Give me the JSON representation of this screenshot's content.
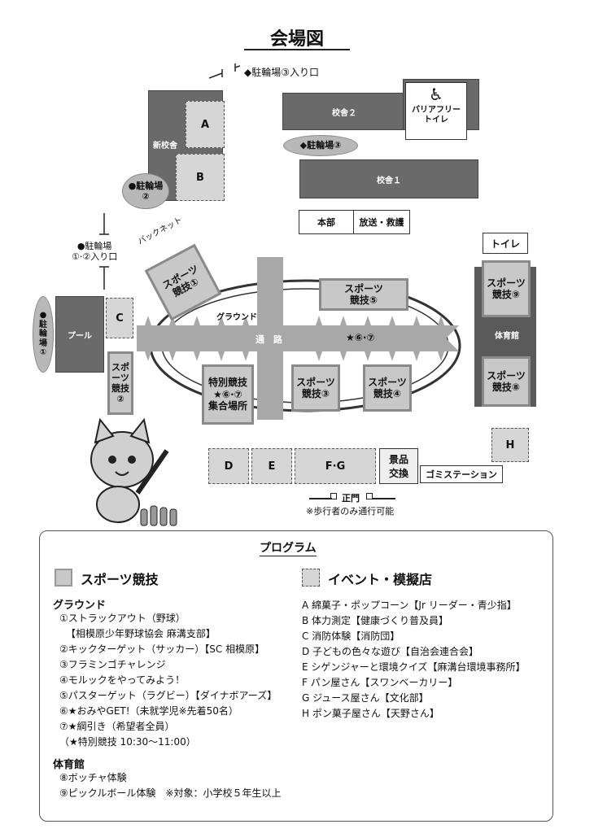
{
  "title": "会場図",
  "map": {
    "bike3_entrance": "◆駐輪場③入り口",
    "school2": "校舎２",
    "barrier_free": "バリアフリー\nトイレ",
    "bike3": "◆駐輪場③",
    "school1": "校舎１",
    "new_school": "新校舎",
    "booth_a": "A",
    "booth_b": "B",
    "bike2": "●駐輪場\n②",
    "honbu": "本部",
    "broadcast": "放送・救護",
    "bike12_entrance": "●駐輪場\n①·②入り口",
    "backnet": "バックネット",
    "toilet": "トイレ",
    "bike1": "●\n駐\n輪\n場\n①",
    "pool": "プール",
    "booth_c": "C",
    "ground_label": "グラウンド",
    "path_label": "通　路",
    "star_67": "★⑥·⑦",
    "gym": "体育館",
    "sport1": "スポーツ\n競技①",
    "sport2": "スポーツ\n競技②",
    "sport3": "スポーツ\n競技③",
    "sport4": "スポーツ\n競技④",
    "sport5": "スポーツ\n競技⑤",
    "sport8": "スポーツ\n競技⑧",
    "sport9": "スポーツ\n競技⑨",
    "special": "特別競技\n★⑥·⑦\n集合場所",
    "booth_d": "D",
    "booth_e": "E",
    "booth_fg": "F·G",
    "booth_h": "H",
    "prize": "景品\n交換",
    "garbage": "ゴミステーション",
    "main_gate": "正門",
    "pedestrian_note": "※歩行者のみ通行可能"
  },
  "program": {
    "heading": "プログラム",
    "legend_sports": "スポーツ競技",
    "legend_event": "イベント・模擬店",
    "ground_heading": "グラウンド",
    "ground_items": [
      "①ストラックアウト（野球）",
      "【相模原少年野球協会 麻溝支部】",
      "②キックターゲット（サッカー）【SC 相模原】",
      "③フラミンゴチャレンジ",
      "④モルックをやってみよう！",
      "⑤パスターゲット（ラグビー）【ダイナボアーズ】",
      "⑥★おみやGET!（未就学児※先着50名）",
      "⑦★綱引き（希望者全員）",
      "（★特別競技 10:30〜11:00）"
    ],
    "gym_heading": "体育館",
    "gym_items": [
      "⑧ボッチャ体験",
      "⑨ピックルボール体験　※対象：小学校５年生以上"
    ],
    "event_items": [
      "A 綿菓子・ポップコーン【Jr リーダー・青少指】",
      "B 体力測定【健康づくり普及員】",
      "C 消防体験【消防団】",
      "D 子どもの色々な遊び【自治会連合会】",
      "E シゲンジャーと環境クイズ【麻溝台環境事務所】",
      "F パン屋さん【スワンベーカリー】",
      "G ジュース屋さん【文化部】",
      "H ポン菓子屋さん【天野さん】"
    ]
  }
}
